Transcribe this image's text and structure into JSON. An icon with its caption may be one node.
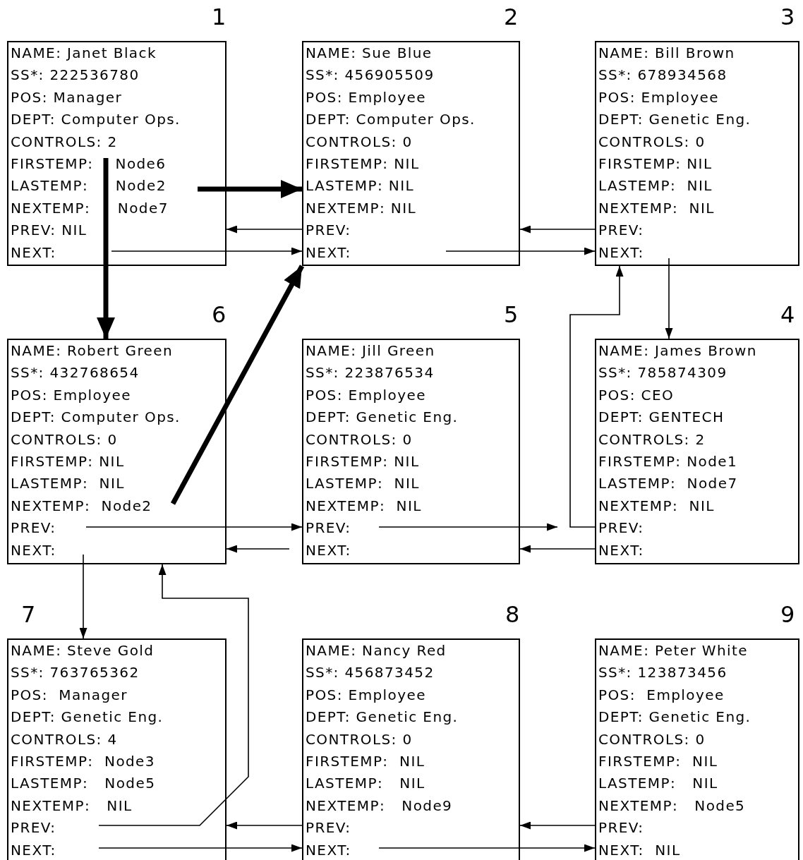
{
  "diagram": {
    "nodes": [
      {
        "text": [
          "NAME: Janet Black",
          "SS*: 222536780",
          "POS: Manager",
          "DEPT: Computer Ops.",
          "CONTROLS: 2",
          "FIRSTEMP:    Node6",
          "LASTEMP:     Node2",
          "NEXTEMP:     Node7",
          "PREV: NIL",
          "NEXT:"
        ],
        "beside": [
          "1"
        ]
      },
      {
        "text": [
          "NAME: Sue Blue",
          "SS*: 456905509",
          "POS: Employee",
          "DEPT: Computer Ops.",
          "CONTROLS: 0",
          "FIRSTEMP: NIL",
          "LASTEMP: NIL",
          "NEXTEMP: NIL",
          "PREV:",
          "NEXT:"
        ],
        "beside": [
          "2"
        ]
      },
      {
        "text": [
          "NAME: Bill Brown",
          "SS*: 678934568",
          "POS: Employee",
          "DEPT: Genetic Eng.",
          "CONTROLS: 0",
          "FIRSTEMP: NIL",
          "LASTEMP:  NIL",
          "NEXTEMP:  NIL",
          "PREV:",
          "NEXT:"
        ],
        "beside": [
          "3"
        ]
      },
      {
        "text": [
          "NAME: Robert Green",
          "SS*: 432768654",
          "POS: Employee",
          "DEPT: Computer Ops.",
          "CONTROLS: 0",
          "FIRSTEMP: NIL",
          "LASTEMP:  NIL",
          "NEXTEMP:  Node2",
          "PREV:",
          "NEXT:"
        ],
        "beside": [
          "6"
        ]
      },
      {
        "text": [
          "NAME: Jill Green",
          "SS*: 223876534",
          "POS: Employee",
          "DEPT: Genetic Eng.",
          "CONTROLS: 0",
          "FIRSTEMP: NIL",
          "LASTEMP:  NIL",
          "NEXTEMP:  NIL",
          "PREV:",
          "NEXT:"
        ],
        "beside": [
          "5"
        ]
      },
      {
        "text": [
          "NAME: James Brown",
          "SS*: 785874309",
          "POS: CEO",
          "DEPT: GENTECH",
          "CONTROLS: 2",
          "FIRSTEMP: Node1",
          "LASTEMP:  Node7",
          "NEXTEMP:  NIL",
          "PREV:",
          "NEXT:"
        ],
        "beside": [
          "4"
        ]
      },
      {
        "text": [
          "NAME: Steve Gold",
          "SS*: 763765362",
          "POS:  Manager",
          "DEPT: Genetic Eng.",
          "CONTROLS: 4",
          "FIRSTEMP:  Node3",
          "LASTEMP:   Node5",
          "NEXTEMP:   NIL",
          "PREV:",
          "NEXT:"
        ],
        "beside": [
          "7"
        ]
      },
      {
        "text": [
          "NAME: Nancy Red",
          "SS*: 456873452",
          "POS: Employee",
          "DEPT: Genetic Eng.",
          "CONTROLS: 0",
          "FIRSTEMP:  NIL",
          "LASTEMP:   NIL",
          "NEXTEMP:   Node9",
          "PREV:",
          "NEXT:"
        ],
        "beside": [
          "8"
        ]
      },
      {
        "text": [
          "NAME: Peter White",
          "SS*: 123873456",
          "POS:  Employee",
          "DEPT: Genetic Eng.",
          "CONTROLS: 0",
          "FIRSTEMP:  NIL",
          "LASTEMP:   NIL",
          "NEXTEMP:   Node5",
          "PREV:",
          "NEXT:  NIL"
        ],
        "beside": [
          "9"
        ]
      }
    ],
    "edges": [
      {
        "from": 0,
        "to": 3,
        "arrow": "to",
        "style": "thick"
      },
      {
        "from": 0,
        "to": 1,
        "arrow": "to",
        "style": "thick"
      },
      {
        "from": 1,
        "to": 0,
        "arrow": "to"
      },
      {
        "from": 0,
        "to": 1,
        "arrow": "to"
      },
      {
        "from": 2,
        "to": 1,
        "arrow": "to"
      },
      {
        "from": 1,
        "to": 2,
        "arrow": "to"
      },
      {
        "from": 2,
        "to": 5,
        "arrow": "to"
      },
      {
        "from": 5,
        "to": 2,
        "arrow": "to"
      },
      {
        "from": 3,
        "to": 1,
        "arrow": "to",
        "style": "thick"
      },
      {
        "from": 3,
        "to": 4,
        "arrow": "to"
      },
      {
        "from": 4,
        "to": 3,
        "arrow": "to"
      },
      {
        "from": 4,
        "to": null,
        "arrow": "to"
      },
      {
        "from": 5,
        "to": 4,
        "arrow": "to"
      },
      {
        "from": 3,
        "to": 6,
        "arrow": "to"
      },
      {
        "from": 6,
        "to": 3,
        "arrow": "to"
      },
      {
        "from": 6,
        "to": 7,
        "arrow": "to"
      },
      {
        "from": 7,
        "to": 6,
        "arrow": "to"
      },
      {
        "from": 7,
        "to": 8,
        "arrow": "to"
      },
      {
        "from": 8,
        "to": 7,
        "arrow": "to"
      }
    ]
  }
}
